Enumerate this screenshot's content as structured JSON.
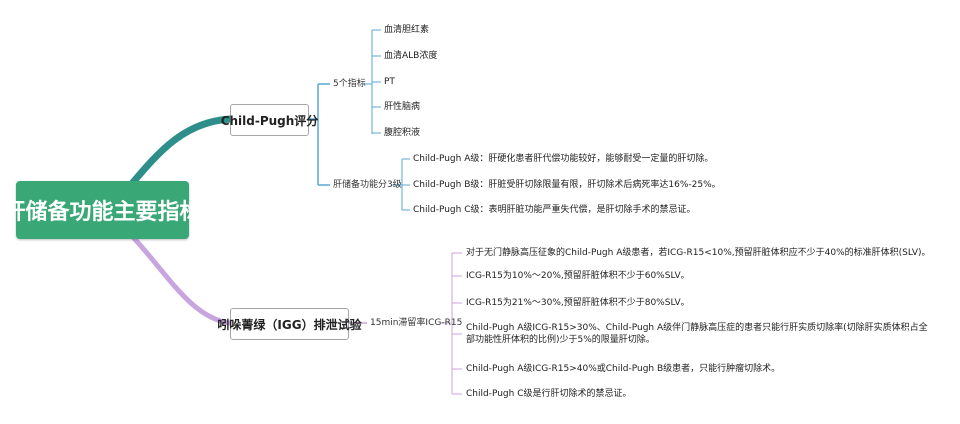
{
  "root": {
    "title": "肝储备功能主要指标"
  },
  "branch_child_pugh": {
    "title": "Child-Pugh评分",
    "group_indicators": {
      "label": "5个指标",
      "items": [
        "血清胆红素",
        "血清ALB浓度",
        "PT",
        "肝性脑病",
        "腹腔积液"
      ]
    },
    "group_grades": {
      "label": "肝储备功能分3级",
      "items": [
        "Child-Pugh A级：肝硬化患者肝代偿功能较好，能够耐受一定量的肝切除。",
        "Child-Pugh B级：肝脏受肝切除限量有限，肝切除术后病死率达16%-25%。",
        "Child-Pugh C级：表明肝脏功能严重失代偿，是肝切除手术的禁忌证。"
      ]
    }
  },
  "branch_icg": {
    "title": "吲哚菁绿（IGG）排泄试验",
    "group": {
      "label": "15min滞留率ICG-R15",
      "items": [
        "对于无门静脉高压征象的Child-Pugh A级患者，若ICG-R15<10%,预留肝脏体积应不少于40%的标准肝体积(SLV)。",
        "ICG-R15为10%～20%,预留肝脏体积不少于60%SLV。",
        "ICG-R15为21%～30%,预留肝脏体积不少于80%SLV。",
        "Child-Pugh A级ICG-R15>30%、Child-Pugh A级伴门静脉高压症的患者只能行肝实质切除率(切除肝实质体积占全部功能性肝体积的比例)少于5%的限量肝切除。",
        "Child-Pugh A级ICG-R15>40%或Child-Pugh B级患者，只能行肿瘤切除术。",
        "Child-Pugh C级是行肝切除术的禁忌证。"
      ]
    }
  },
  "colors": {
    "root_fill": "#3aa777",
    "branch_top": "#2e8f8a",
    "branch_bottom": "#c9a5e0",
    "sub_line": "#5aa7d6"
  }
}
